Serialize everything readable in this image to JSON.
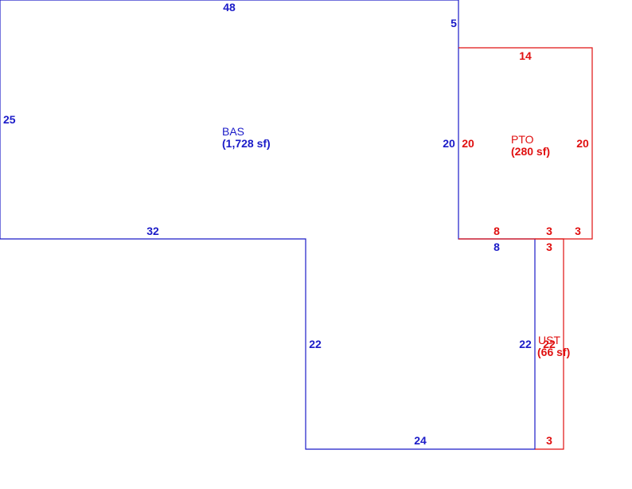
{
  "colors": {
    "bas_line": "#1b1bc8",
    "addition_line": "#e01010"
  },
  "areas": {
    "bas": {
      "name": "BAS",
      "size": "(1,728 sf)",
      "dims": {
        "top": "48",
        "right_top": "5",
        "left": "25",
        "bottom_left": "32",
        "inner_vertical": "22",
        "bottom": "24",
        "right_lower": "22",
        "right_mid": "20",
        "notch": "8",
        "notch_right": "3"
      }
    },
    "pto": {
      "name": "PTO",
      "size": "(280 sf)",
      "dims": {
        "top": "14",
        "left": "20",
        "right": "20",
        "bottom_left": "8",
        "bottom_mid": "3",
        "bottom_right": "3"
      }
    },
    "ust": {
      "name": "UST",
      "size": "(66 sf)",
      "dims": {
        "top": "3",
        "right": "22",
        "bottom": "3"
      }
    }
  }
}
